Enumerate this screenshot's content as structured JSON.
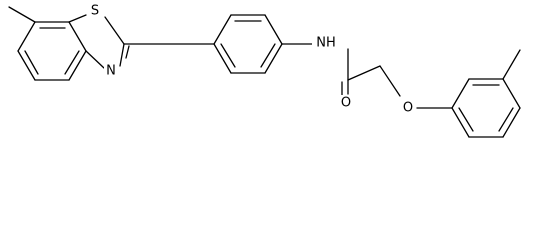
{
  "molecule": {
    "atom_labels": {
      "sulfur": "S",
      "thiazole_nitrogen": "N",
      "amide_nh": "NH",
      "carbonyl_oxygen": "O",
      "ether_oxygen": "O"
    }
  }
}
